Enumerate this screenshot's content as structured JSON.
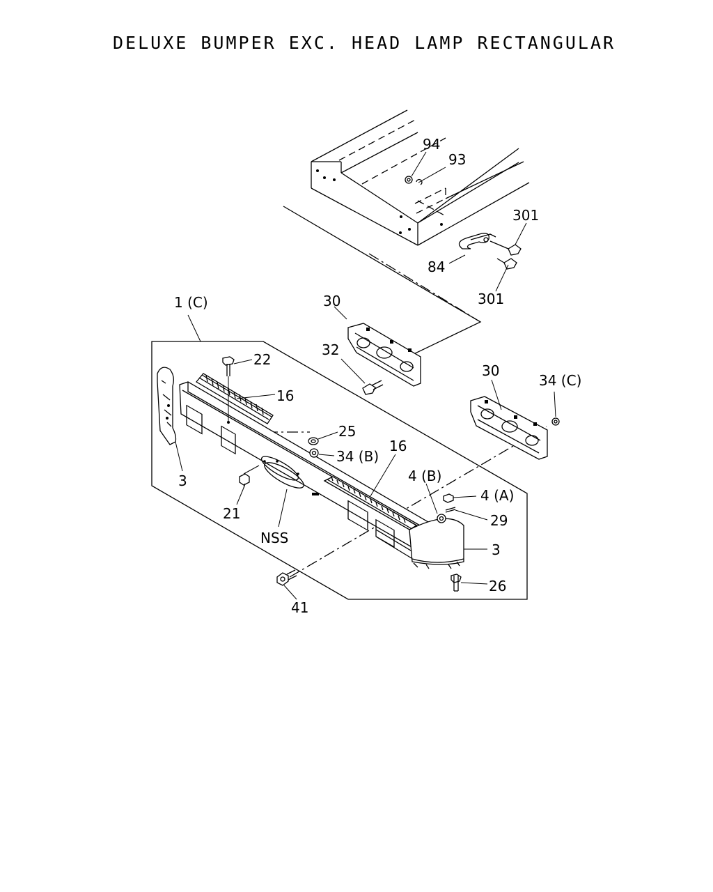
{
  "title": "DELUXE BUMPER EXC. HEAD LAMP RECTANGULAR",
  "callouts": {
    "c94": "94",
    "c93": "93",
    "c301a": "301",
    "c84": "84",
    "c301b": "301",
    "c1c": "1 (C)",
    "c30a": "30",
    "c32": "32",
    "c22": "22",
    "c16a": "16",
    "c30b": "30",
    "c34c": "34 (C)",
    "c25": "25",
    "c34b": "34 (B)",
    "c16b": "16",
    "c3a": "3",
    "c4b": "4 (B)",
    "c4a": "4 (A)",
    "c29": "29",
    "c21": "21",
    "cnss": "NSS",
    "c3b": "3",
    "c26": "26",
    "c41": "41"
  }
}
